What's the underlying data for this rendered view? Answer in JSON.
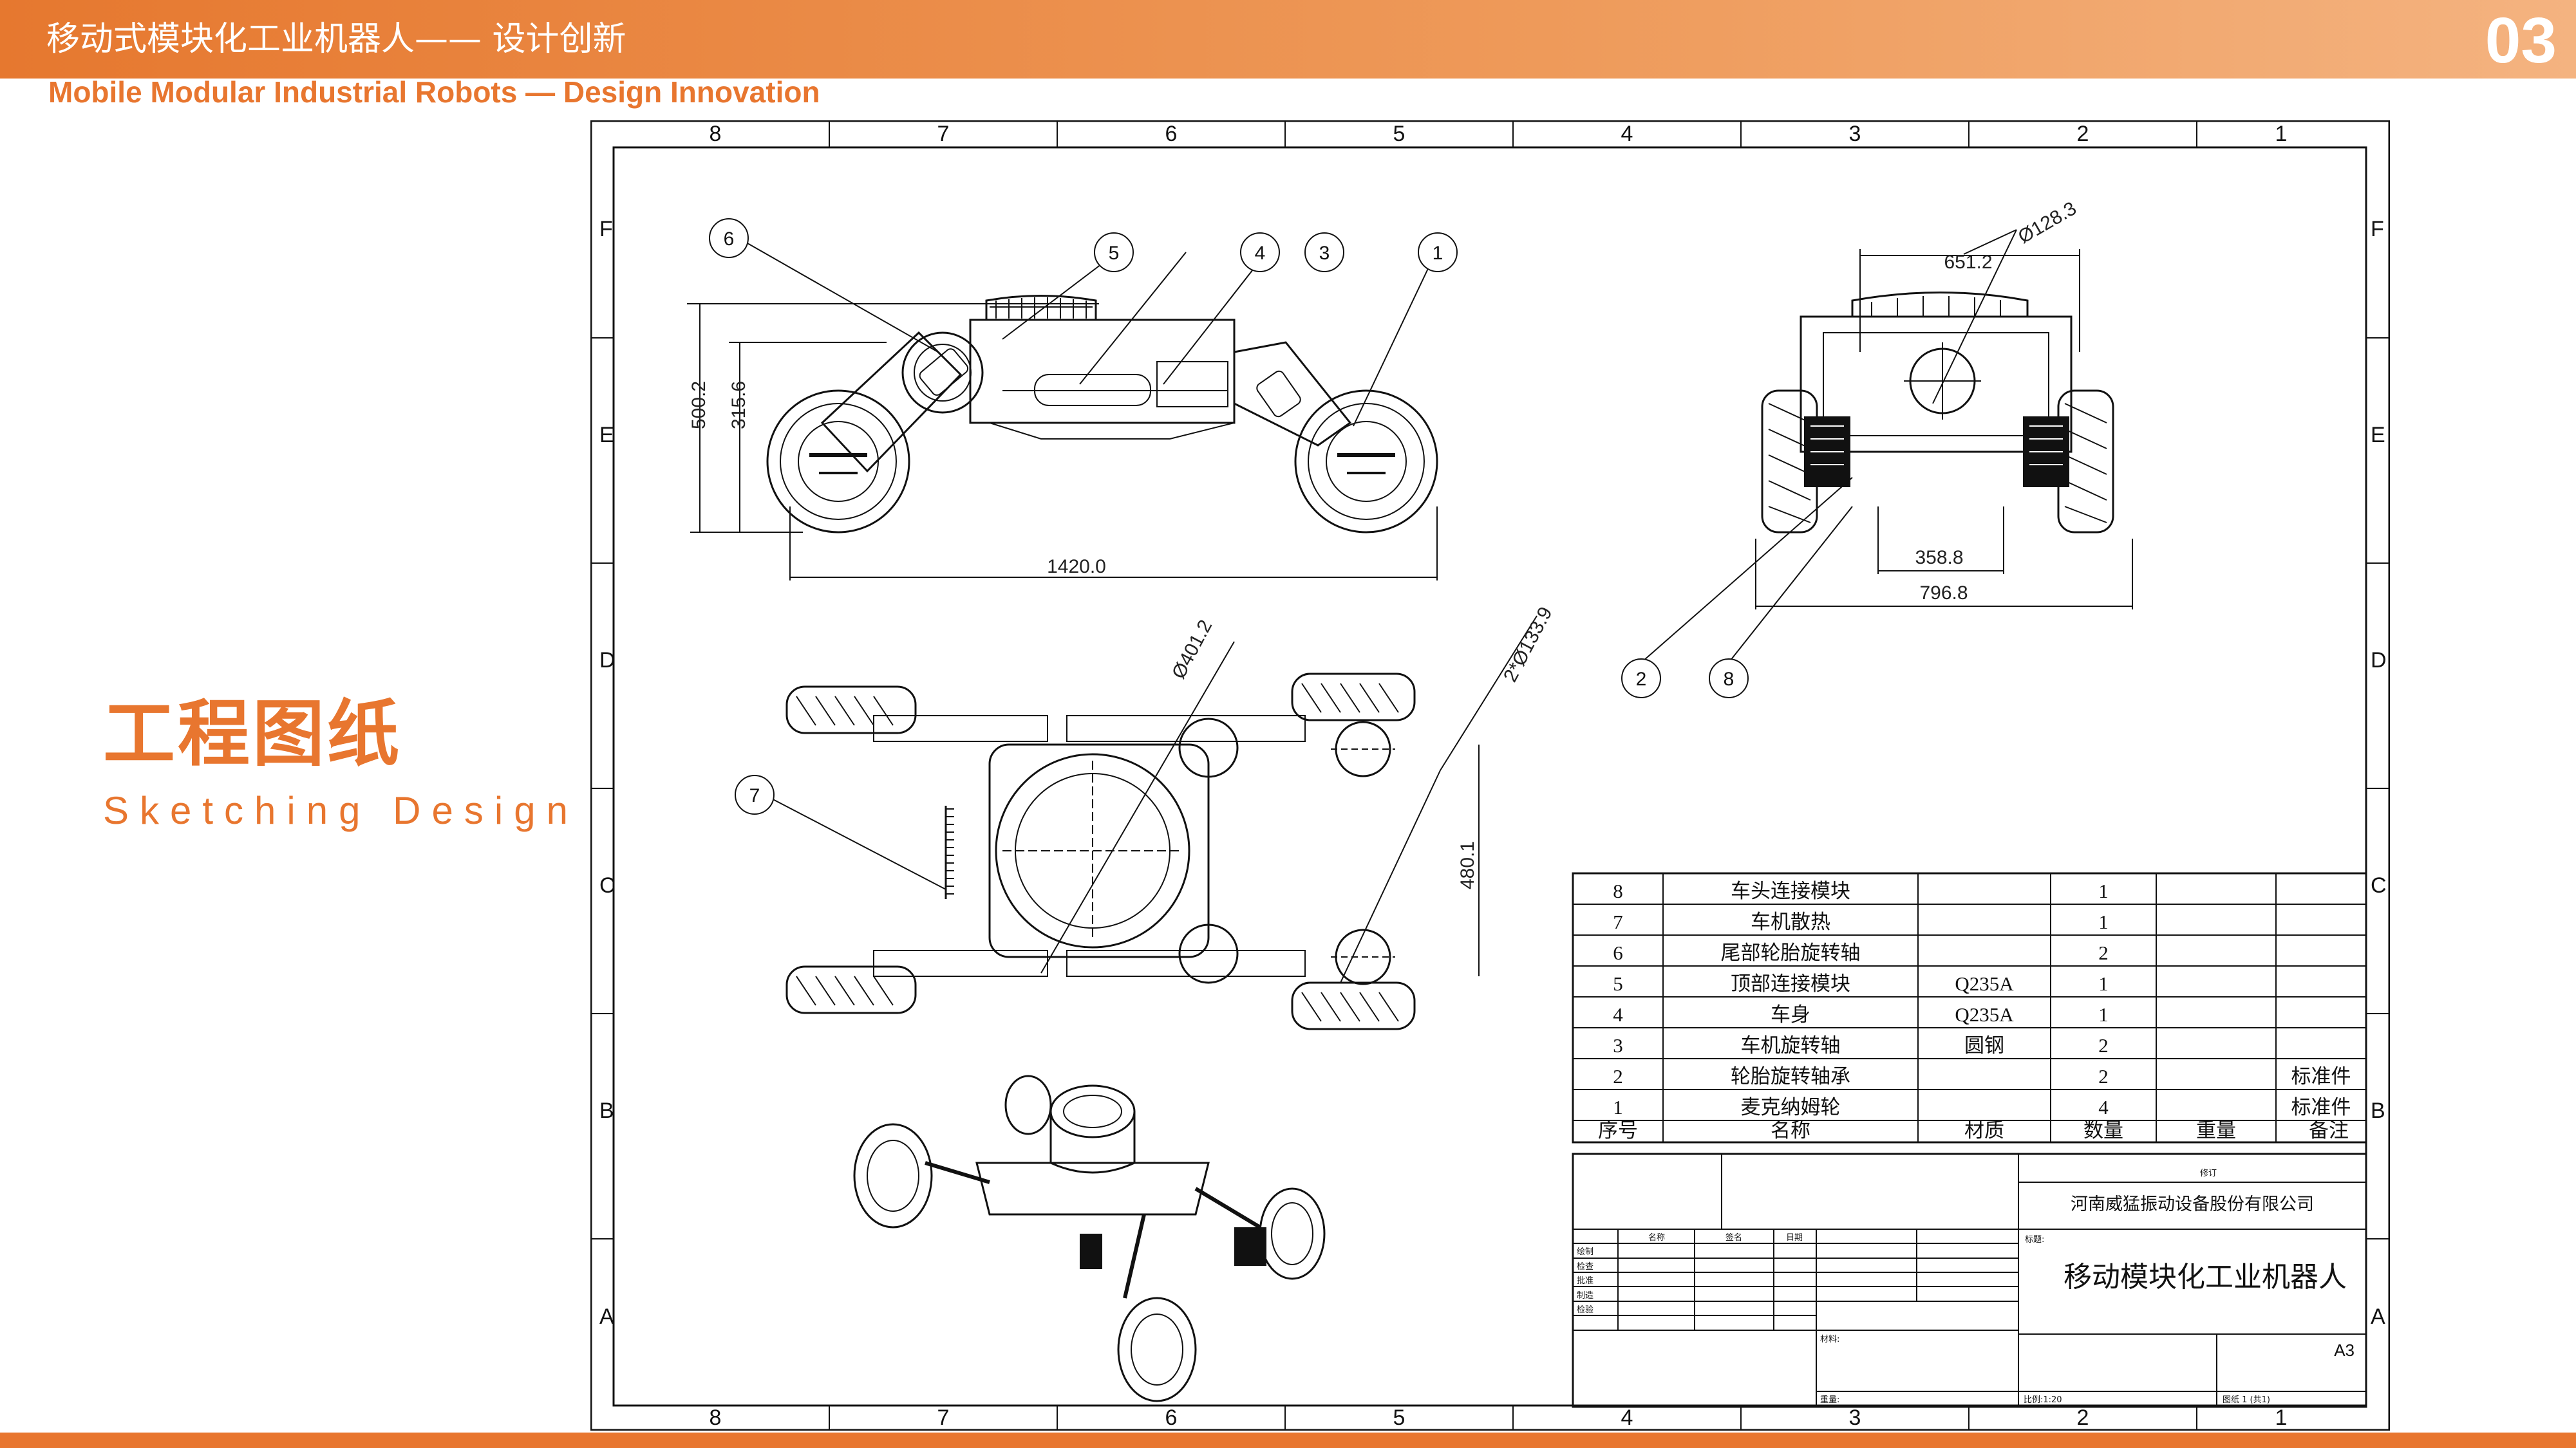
{
  "header": {
    "title": "移动式模块化工业机器人—— 设计创新",
    "page_number": "03"
  },
  "subheader": {
    "title": "Mobile Modular Industrial Robots — Design Innovation"
  },
  "section": {
    "title_cn": "工程图纸",
    "title_en": "Sketching Design"
  },
  "drawing": {
    "zones_columns": [
      "8",
      "7",
      "6",
      "5",
      "4",
      "3",
      "2",
      "1"
    ],
    "zones_rows": [
      "F",
      "E",
      "D",
      "C",
      "B",
      "A"
    ],
    "balloons": [
      "6",
      "5",
      "4",
      "3",
      "1",
      "2",
      "8",
      "7"
    ],
    "dimensions": {
      "side_height_total": "500.2",
      "side_height_body": "315.6",
      "side_length": "1420.0",
      "front_width_top": "651.2",
      "front_diameter": "Ø128.3",
      "front_inner_width": "358.8",
      "front_total_width": "796.8",
      "top_diameter": "Ø401.2",
      "top_wheel_diameter": "2*Ø133.9",
      "top_width": "480.1"
    },
    "bom": {
      "rows": [
        {
          "no": "8",
          "name": "车头连接模块",
          "material": "",
          "qty": "1",
          "weight": "",
          "note": ""
        },
        {
          "no": "7",
          "name": "车机散热",
          "material": "",
          "qty": "1",
          "weight": "",
          "note": ""
        },
        {
          "no": "6",
          "name": "尾部轮胎旋转轴",
          "material": "",
          "qty": "2",
          "weight": "",
          "note": ""
        },
        {
          "no": "5",
          "name": "顶部连接模块",
          "material": "Q235A",
          "qty": "1",
          "weight": "",
          "note": ""
        },
        {
          "no": "4",
          "name": "车身",
          "material": "Q235A",
          "qty": "1",
          "weight": "",
          "note": ""
        },
        {
          "no": "3",
          "name": "车机旋转轴",
          "material": "圆钢",
          "qty": "2",
          "weight": "",
          "note": ""
        },
        {
          "no": "2",
          "name": "轮胎旋转轴承",
          "material": "",
          "qty": "2",
          "weight": "",
          "note": "标准件"
        },
        {
          "no": "1",
          "name": "麦克纳姆轮",
          "material": "",
          "qty": "4",
          "weight": "",
          "note": "标准件"
        }
      ],
      "header": {
        "no": "序号",
        "name": "名称",
        "material": "材质",
        "qty": "数量",
        "weight": "重量",
        "note": "备注"
      }
    },
    "title_block": {
      "revision_label": "修订",
      "company": "河南威猛振动设备股份有限公司",
      "title_label": "标题:",
      "title": "移动模块化工业机器人",
      "col_labels": [
        "名称",
        "签名",
        "日期"
      ],
      "row_labels": [
        "绘制",
        "检查",
        "批准",
        "制造",
        "检验"
      ],
      "material_label": "材料:",
      "size": "A3",
      "weight_label": "重量:",
      "scale_label": "比例:1:20",
      "sheet_label": "图纸 1 (共1)"
    }
  }
}
